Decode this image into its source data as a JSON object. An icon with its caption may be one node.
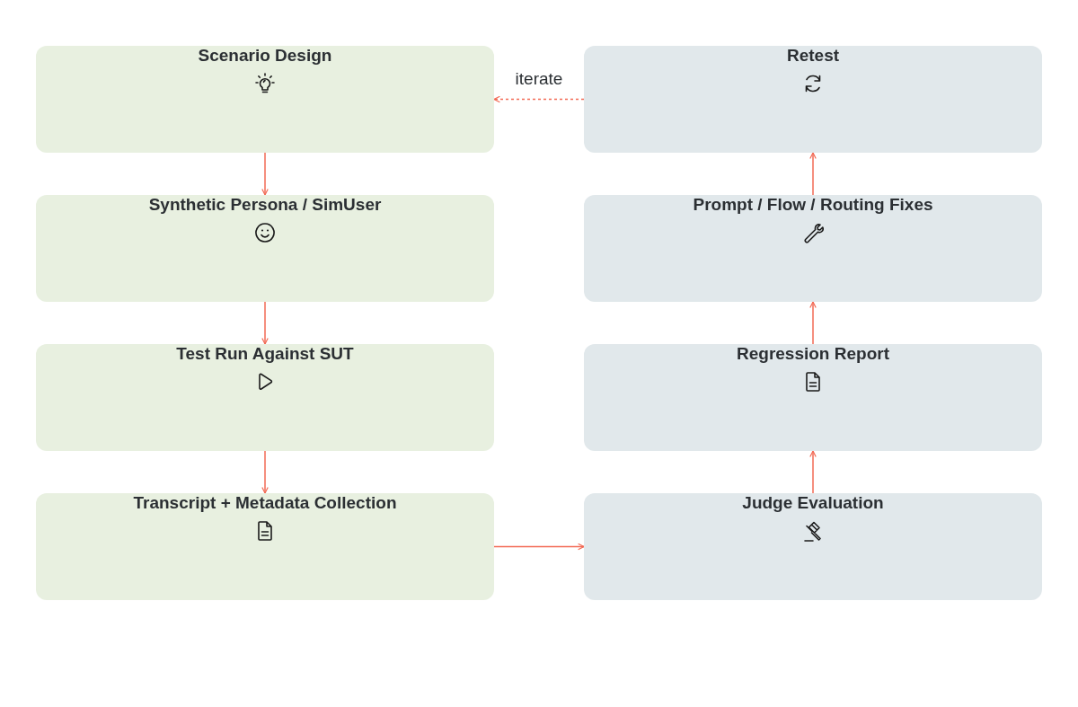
{
  "diagram": {
    "nodes": [
      {
        "text": [
          "Scenario Design"
        ]
      },
      {
        "text": [
          "Synthetic Persona / SimUser"
        ]
      },
      {
        "text": [
          "Test Run Against SUT"
        ]
      },
      {
        "text": [
          "Transcript + Metadata Collection"
        ]
      },
      {
        "text": [
          "Retest"
        ]
      },
      {
        "text": [
          "Prompt / Flow / Routing Fixes"
        ]
      },
      {
        "text": [
          "Regression Report"
        ]
      },
      {
        "text": [
          "Judge Evaluation"
        ]
      }
    ],
    "edges": [
      {
        "from": 0,
        "to": 1,
        "arrow": "to"
      },
      {
        "from": 1,
        "to": 2,
        "arrow": "to"
      },
      {
        "from": 2,
        "to": 3,
        "arrow": "to"
      },
      {
        "from": 3,
        "to": 7,
        "arrow": "to"
      },
      {
        "from": 7,
        "to": 6,
        "arrow": "to"
      },
      {
        "from": 6,
        "to": 5,
        "arrow": "to"
      },
      {
        "from": 5,
        "to": 4,
        "arrow": "to"
      },
      {
        "from": 4,
        "to": 0,
        "arrow": "to",
        "style": "dashed",
        "label": "iterate"
      }
    ]
  }
}
